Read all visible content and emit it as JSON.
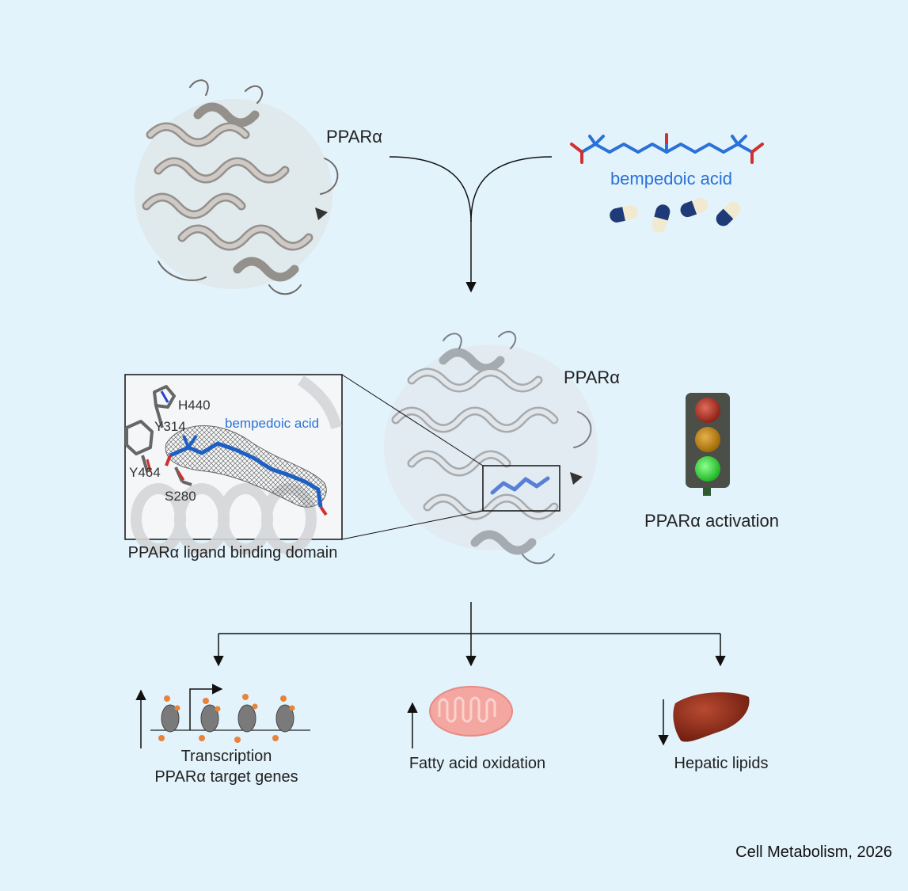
{
  "top": {
    "protein_label": "PPARα",
    "ligand_label": "bempedoic acid"
  },
  "middle": {
    "protein_label": "PPARα",
    "activation_label": "PPARα activation",
    "inset": {
      "residues": [
        "H440",
        "Y314",
        "Y464",
        "S280"
      ],
      "ligand_label": "bempedoic acid",
      "caption": "PPARα ligand binding domain"
    }
  },
  "outcomes": {
    "transcription_line1": "Transcription",
    "transcription_line2": "PPARα target genes",
    "oxidation": "Fatty acid oxidation",
    "hepatic": "Hepatic lipids"
  },
  "citation": "Cell Metabolism, 2026",
  "colors": {
    "background": "#e3f3fb",
    "ligand_blue": "#2a72d8",
    "capsule_navy": "#1f3a78",
    "capsule_cream": "#f2ead0",
    "light_red": "#a93226",
    "light_amber": "#c98a10",
    "light_green": "#35d43a",
    "liver": "#8b2a1a",
    "mitochondrion": "#f4a6a0"
  }
}
